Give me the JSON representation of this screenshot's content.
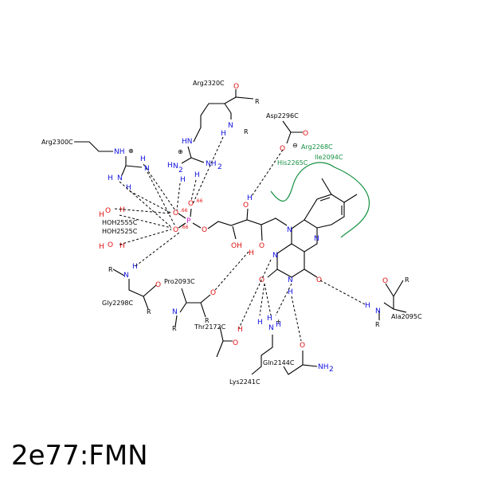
{
  "title": "2e77:FMN",
  "residues": {
    "arg2320": "Arg2320C",
    "arg2300": "Arg2300C",
    "asp2296": "Asp2296C",
    "arg2268": "Arg2268C",
    "ile2094": "Ile2094C",
    "his2265": "His2265C",
    "hoh2555": "HOH2555C",
    "hoh2525": "HOH2525C",
    "pro2093": "Pro2093C",
    "gly2298": "Gly2298C",
    "thr2172": "Thr2172C",
    "ala2095": "Ala2095C",
    "gln2144": "Gln2144C",
    "lys2241": "Lys2241C"
  },
  "charges": {
    "o1": ".66",
    "o2": ".66",
    "o3": ".66"
  },
  "colors": {
    "nitrogen": "#1010e0",
    "oxygen": "#e01010",
    "phosphorus": "#c010c0",
    "hydrophobic": "#149040"
  }
}
